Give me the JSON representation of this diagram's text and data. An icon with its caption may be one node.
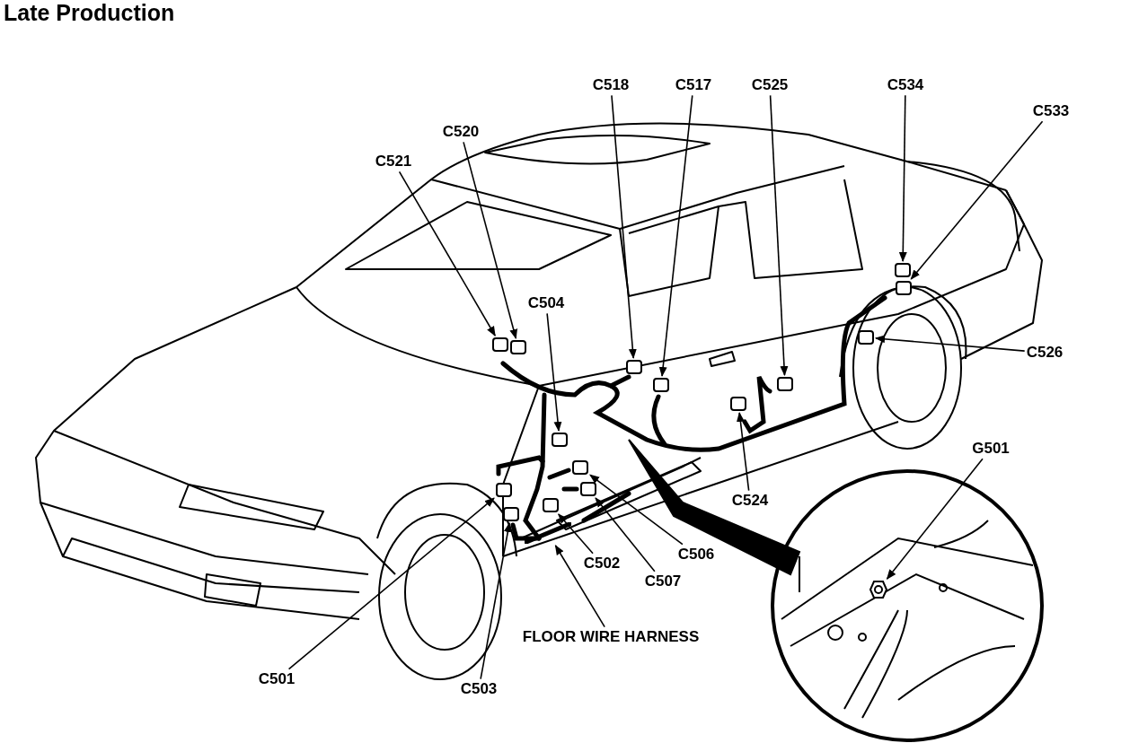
{
  "diagram": {
    "title": "Late Production",
    "nodes": [
      {
        "text": [
          "C521"
        ]
      },
      {
        "text": [],
        "shape": "box"
      },
      {
        "text": [
          "C520"
        ]
      },
      {
        "text": [],
        "shape": "box"
      },
      {
        "text": [
          "C504"
        ]
      },
      {
        "text": [],
        "shape": "box"
      },
      {
        "text": [
          "C518"
        ]
      },
      {
        "text": [],
        "shape": "box"
      },
      {
        "text": [
          "C517"
        ]
      },
      {
        "text": [],
        "shape": "box"
      },
      {
        "text": [
          "C525"
        ]
      },
      {
        "text": [],
        "shape": "box"
      },
      {
        "text": [
          "C534"
        ]
      },
      {
        "text": [],
        "shape": "box"
      },
      {
        "text": [
          "C533"
        ]
      },
      {
        "text": [],
        "shape": "box"
      },
      {
        "text": [
          "C526"
        ]
      },
      {
        "text": [],
        "shape": "box"
      },
      {
        "text": [
          "C524"
        ]
      },
      {
        "text": [],
        "shape": "box"
      },
      {
        "text": [
          "C506"
        ]
      },
      {
        "text": [],
        "shape": "box"
      },
      {
        "text": [
          "C507"
        ]
      },
      {
        "text": [],
        "shape": "box"
      },
      {
        "text": [
          "C502"
        ]
      },
      {
        "text": [],
        "shape": "box"
      },
      {
        "text": [
          "FLOOR WIRE HARNESS"
        ]
      },
      {
        "text": [
          "C503"
        ]
      },
      {
        "text": [],
        "shape": "box"
      },
      {
        "text": [
          "C501"
        ]
      },
      {
        "text": [],
        "shape": "box"
      },
      {
        "text": [
          "G501"
        ]
      },
      {
        "text": [],
        "shape": "hexagon"
      },
      {
        "text": [],
        "shape": "bar"
      }
    ],
    "edges": [
      {
        "from": 0,
        "to": 1,
        "arrow": "to"
      },
      {
        "from": 2,
        "to": 3,
        "arrow": "to"
      },
      {
        "from": 4,
        "to": 5,
        "arrow": "to"
      },
      {
        "from": 6,
        "to": 7,
        "arrow": "to"
      },
      {
        "from": 8,
        "to": 9,
        "arrow": "to"
      },
      {
        "from": 10,
        "to": 11,
        "arrow": "to"
      },
      {
        "from": 12,
        "to": 13,
        "arrow": "to"
      },
      {
        "from": 14,
        "to": 15,
        "arrow": "to"
      },
      {
        "from": 16,
        "to": 17,
        "arrow": "to"
      },
      {
        "from": 18,
        "to": 19,
        "arrow": "to"
      },
      {
        "from": 20,
        "to": 21,
        "arrow": "to"
      },
      {
        "from": 22,
        "to": 23,
        "arrow": "to"
      },
      {
        "from": 24,
        "to": 25,
        "arrow": "to"
      },
      {
        "from": 26,
        "to": 33,
        "arrow": "to"
      },
      {
        "from": 27,
        "to": 28,
        "arrow": "to"
      },
      {
        "from": 29,
        "to": 30,
        "arrow": "to"
      },
      {
        "from": 31,
        "to": 32,
        "arrow": "to"
      }
    ]
  }
}
